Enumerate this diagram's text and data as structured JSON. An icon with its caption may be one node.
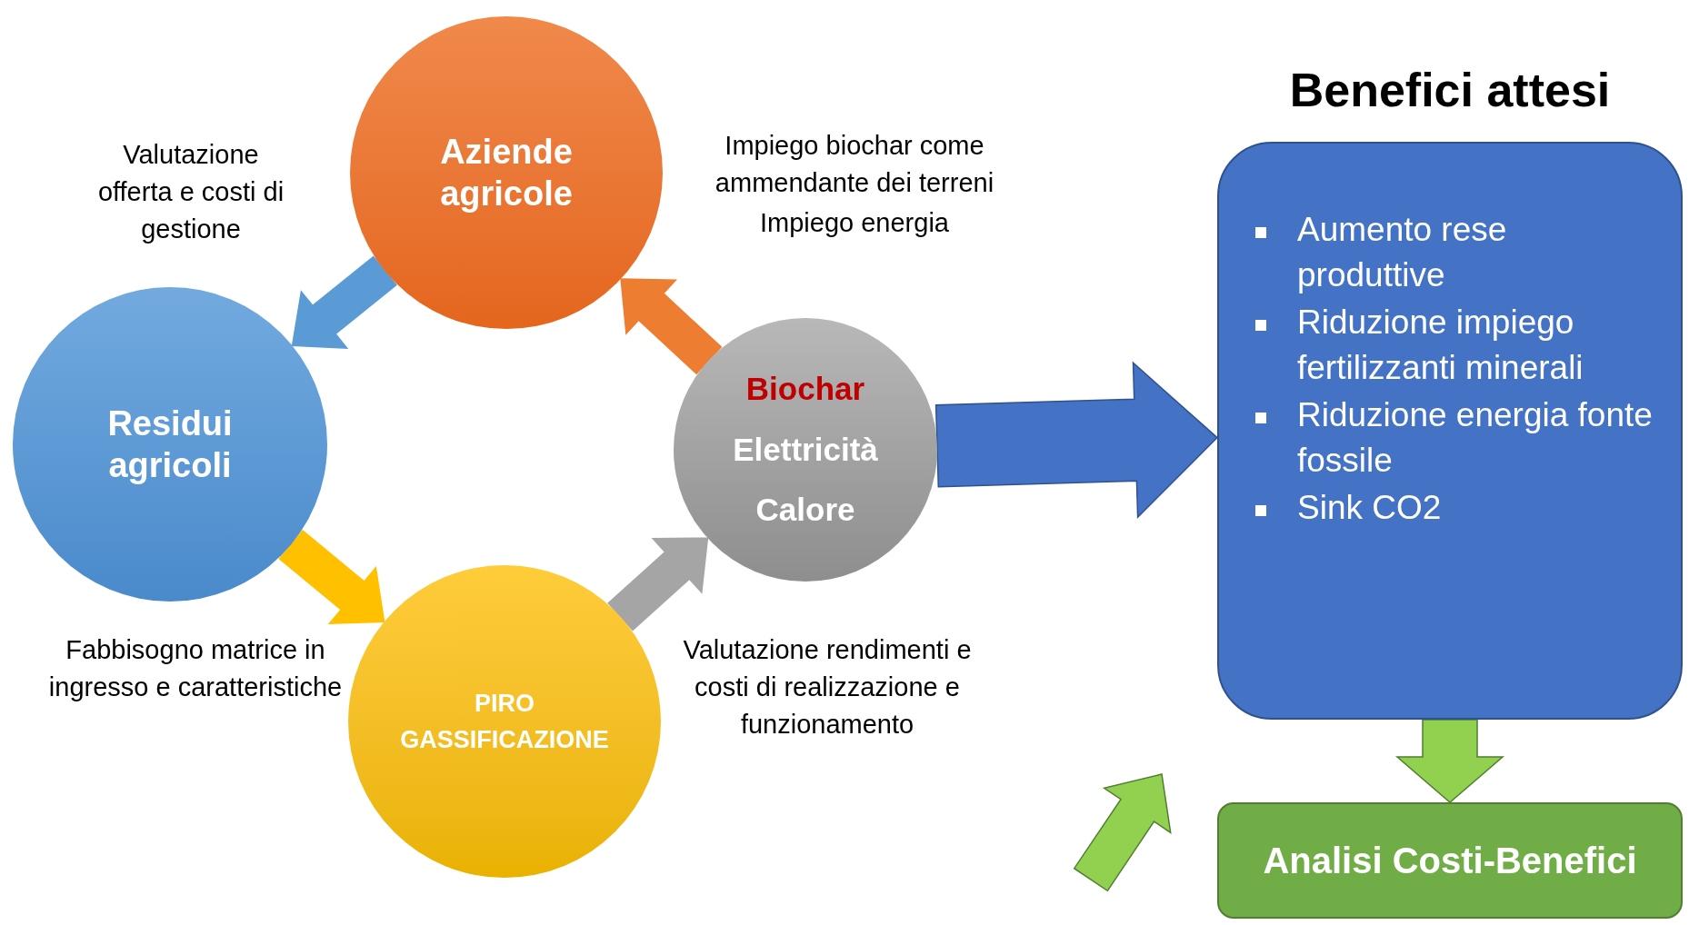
{
  "diagram": {
    "nodes": [
      {
        "text": [
          "Aziende agricole"
        ]
      },
      {
        "text": [
          "Residui agricoli"
        ]
      },
      {
        "text": [
          "PIRO GASSIFICAZIONE"
        ]
      },
      {
        "text": [
          "Biochar",
          "Elettricità",
          "Calore"
        ]
      },
      {
        "text": [
          "Benefici attesi",
          "Aumento rese produttive",
          "Riduzione impiego fertilizzanti minerali",
          "Riduzione energia fonte  fossile",
          "Sink CO2"
        ]
      },
      {
        "text": [
          "Analisi Costi-Benefici"
        ]
      }
    ],
    "edges": [
      {
        "from": 0,
        "to": 1,
        "arrow": "to",
        "color": "#5b9bd5"
      },
      {
        "from": 1,
        "to": 2,
        "arrow": "to",
        "color": "#ffc000"
      },
      {
        "from": 2,
        "to": 3,
        "arrow": "to",
        "color": "#a5a5a5"
      },
      {
        "from": 3,
        "to": 0,
        "arrow": "to",
        "color": "#ed7d31"
      },
      {
        "from": 3,
        "to": 4,
        "arrow": "to",
        "color": "#4472c4"
      },
      {
        "from": 4,
        "to": 5,
        "arrow": "to",
        "color": "#92d050"
      }
    ],
    "labels": [
      "Valutazione offerta e costi di gestione",
      "Impiego biochar come ammendante dei terreni",
      "Impiego energia",
      "Fabbisogno matrice in ingresso e caratteristiche",
      "Valutazione rendimenti e costi di realizzazione e funzionamento"
    ]
  }
}
